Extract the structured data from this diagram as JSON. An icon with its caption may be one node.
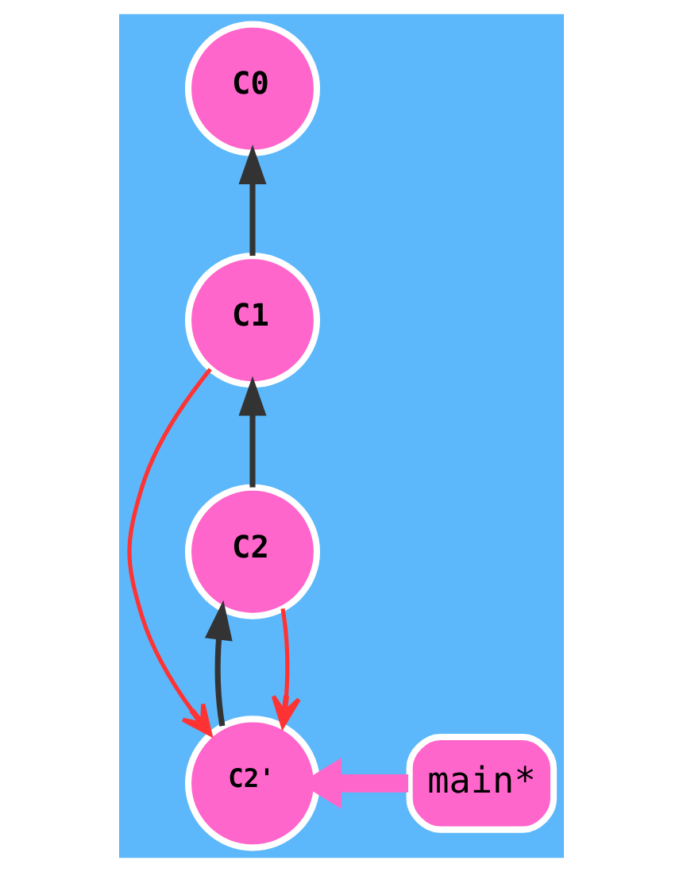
{
  "diagram": {
    "nodes": [
      {
        "text": [
          "C0"
        ]
      },
      {
        "text": [
          "C1"
        ]
      },
      {
        "text": [
          "C2"
        ]
      },
      {
        "text": [
          "C2'"
        ]
      },
      {
        "text": [
          "main*"
        ]
      }
    ],
    "edges": [
      {
        "from": 1,
        "to": 0,
        "arrow": "to"
      },
      {
        "from": 2,
        "to": 1,
        "arrow": "to"
      },
      {
        "from": 3,
        "to": 2,
        "arrow": "to"
      },
      {
        "from": 4,
        "to": 3,
        "arrow": "to",
        "style": "thick",
        "color": "#ff66cc"
      },
      {
        "from": 1,
        "to": 3,
        "arrow": "to",
        "color": "#ff3333"
      },
      {
        "from": 2,
        "to": 3,
        "arrow": "to",
        "color": "#ff3333"
      }
    ]
  }
}
